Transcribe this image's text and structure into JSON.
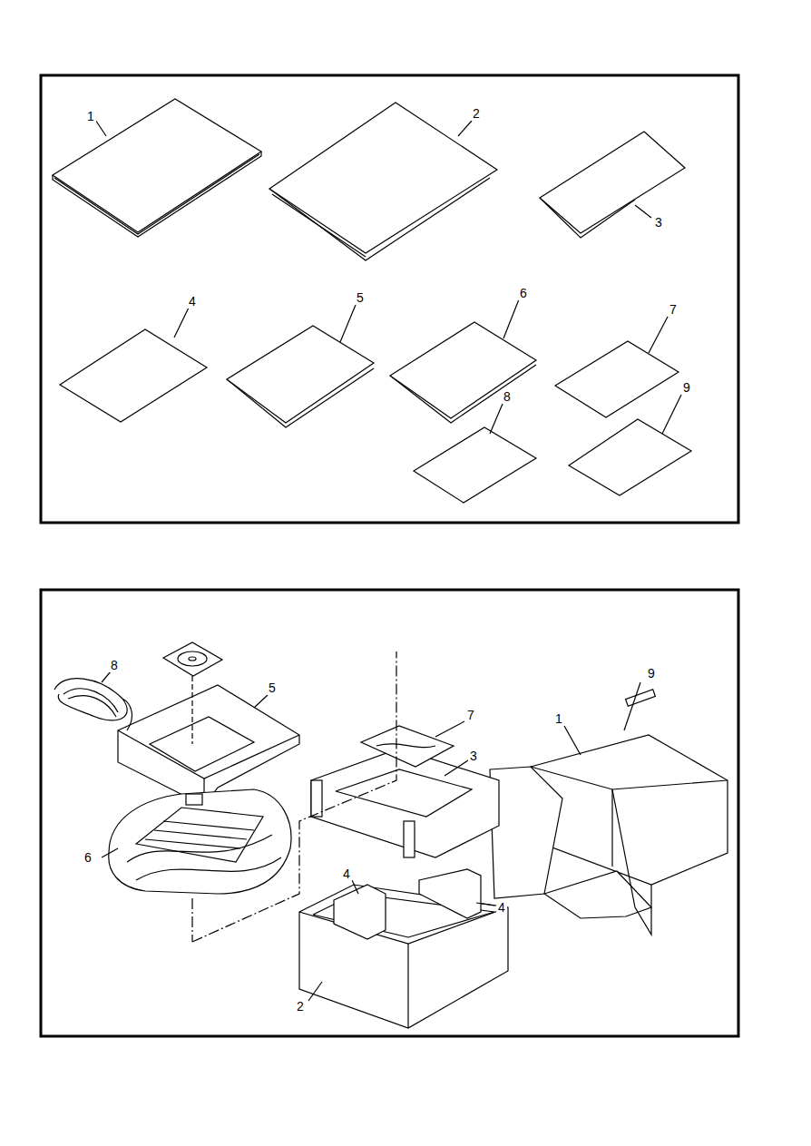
{
  "diagram": {
    "labels": [
      "1",
      "2",
      "3",
      "4",
      "5",
      "6",
      "7",
      "8",
      "9",
      "8",
      "5",
      "9",
      "7",
      "1",
      "3",
      "6",
      "4",
      "4",
      "2"
    ]
  }
}
